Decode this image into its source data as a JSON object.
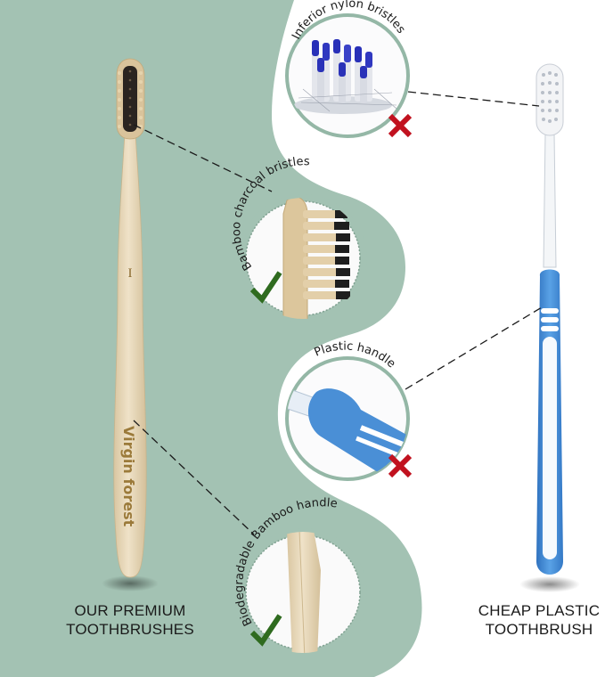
{
  "colors": {
    "sage_background": "#a3c2b3",
    "white_panel": "#ffffff",
    "bamboo": "#e8d9bf",
    "bamboo_dark": "#cdb88f",
    "engraving": "#8a6a2e",
    "plastic_blue": "#4a8fd6",
    "cross_red": "#c1121f",
    "check_green": "#2f6b1f",
    "text": "#1a1a1a"
  },
  "left_product": {
    "name": "bamboo-toothbrush",
    "engraving_mark": "I",
    "engraving_brand": "Virgin forest",
    "caption_line1": "OUR PREMIUM",
    "caption_line2": "TOOTHBRUSHES"
  },
  "right_product": {
    "name": "plastic-toothbrush",
    "caption_line1": "CHEAP PLASTIC",
    "caption_line2": "TOOTHBRUSH"
  },
  "callouts": [
    {
      "id": "nylon-bristles",
      "label": "Inferior nylon bristles",
      "verdict": "cross"
    },
    {
      "id": "charcoal-bristles",
      "label": "Bamboo charcoal bristles",
      "verdict": "check"
    },
    {
      "id": "plastic-handle",
      "label": "Plastic handle",
      "verdict": "cross"
    },
    {
      "id": "bamboo-handle",
      "label": "Biodegradable Bamboo handle",
      "verdict": "check"
    }
  ]
}
